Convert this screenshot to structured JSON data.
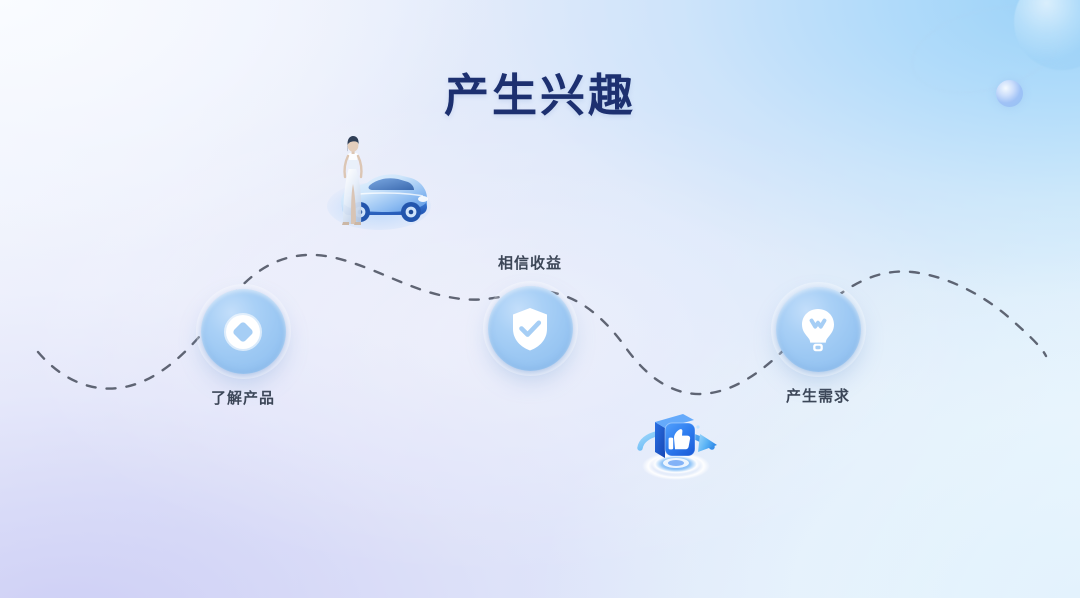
{
  "page": {
    "title": "产生兴趣",
    "title_color": "#1d3070",
    "background": {
      "top_left": "#f2f5fd",
      "top_right": "#96d0f8",
      "bottom_left": "#cacbf5",
      "bottom_right": "#e2f2fd"
    }
  },
  "journey": {
    "path_style": "dashed-wave",
    "path_color": "#4b5160",
    "node_color": "#9cc8f3",
    "label_color": "#3c4657",
    "nodes": [
      {
        "id": "understand-product",
        "label": "了解产品",
        "icon": "diamond-ring-icon",
        "label_position": "below"
      },
      {
        "id": "believe-returns",
        "label": "相信收益",
        "icon": "shield-check-icon",
        "label_position": "above"
      },
      {
        "id": "generate-demand",
        "label": "产生需求",
        "icon": "lightbulb-icon",
        "label_position": "below"
      }
    ]
  },
  "decorations": [
    {
      "id": "woman-with-car",
      "name": "woman-car-illustration"
    },
    {
      "id": "thumbs-up-orbit",
      "name": "thumbs-up-illustration"
    },
    {
      "id": "sphere-large",
      "name": "decorative-sphere"
    },
    {
      "id": "sphere-small",
      "name": "decorative-sphere"
    }
  ]
}
